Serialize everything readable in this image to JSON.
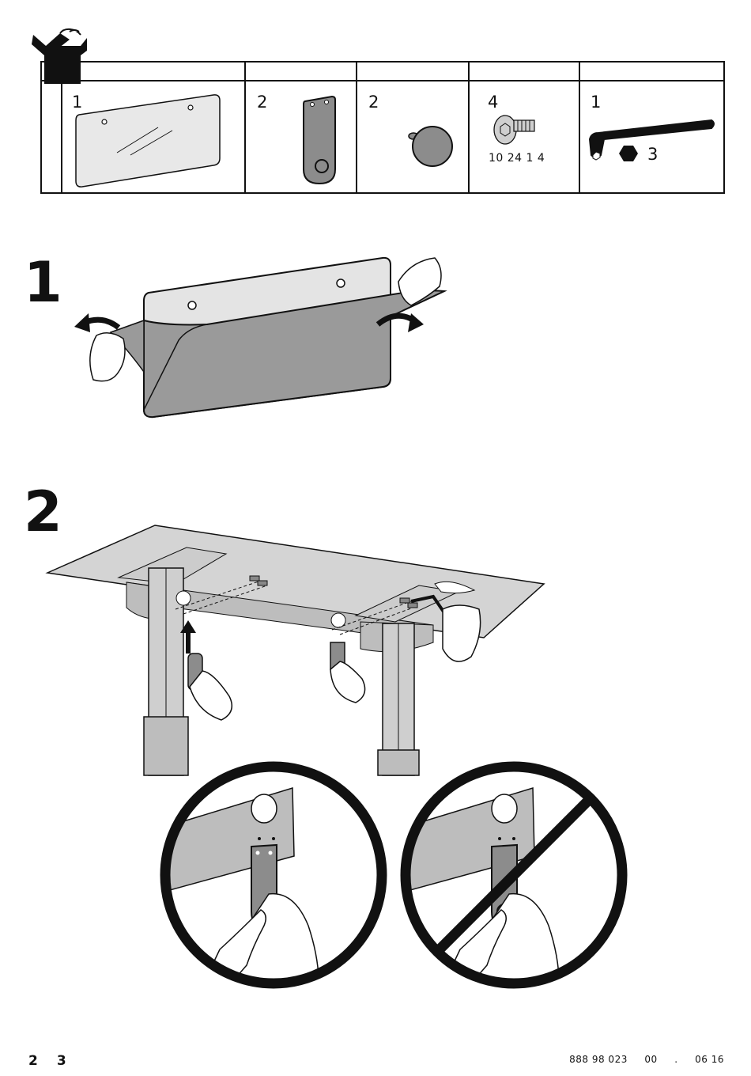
{
  "parts": [
    {
      "qty": "1",
      "name": "glass-panel"
    },
    {
      "qty": "2",
      "name": "bracket"
    },
    {
      "qty": "2",
      "name": "knob"
    },
    {
      "qty": "4",
      "name": "screw",
      "code": "10 24   1 4"
    },
    {
      "qty": "1",
      "name": "allen-key",
      "hex_size": "3"
    }
  ],
  "steps": [
    {
      "number": "1"
    },
    {
      "number": "2"
    }
  ],
  "footer": {
    "page_left": "2",
    "page_right": "3",
    "doc_ref": "888 98 023     00     .     06 16"
  },
  "colors": {
    "ink": "#111111",
    "panel_gray": "#9a9a9a",
    "light_gray": "#d9d9d9",
    "mid_gray": "#bdbdbd"
  }
}
